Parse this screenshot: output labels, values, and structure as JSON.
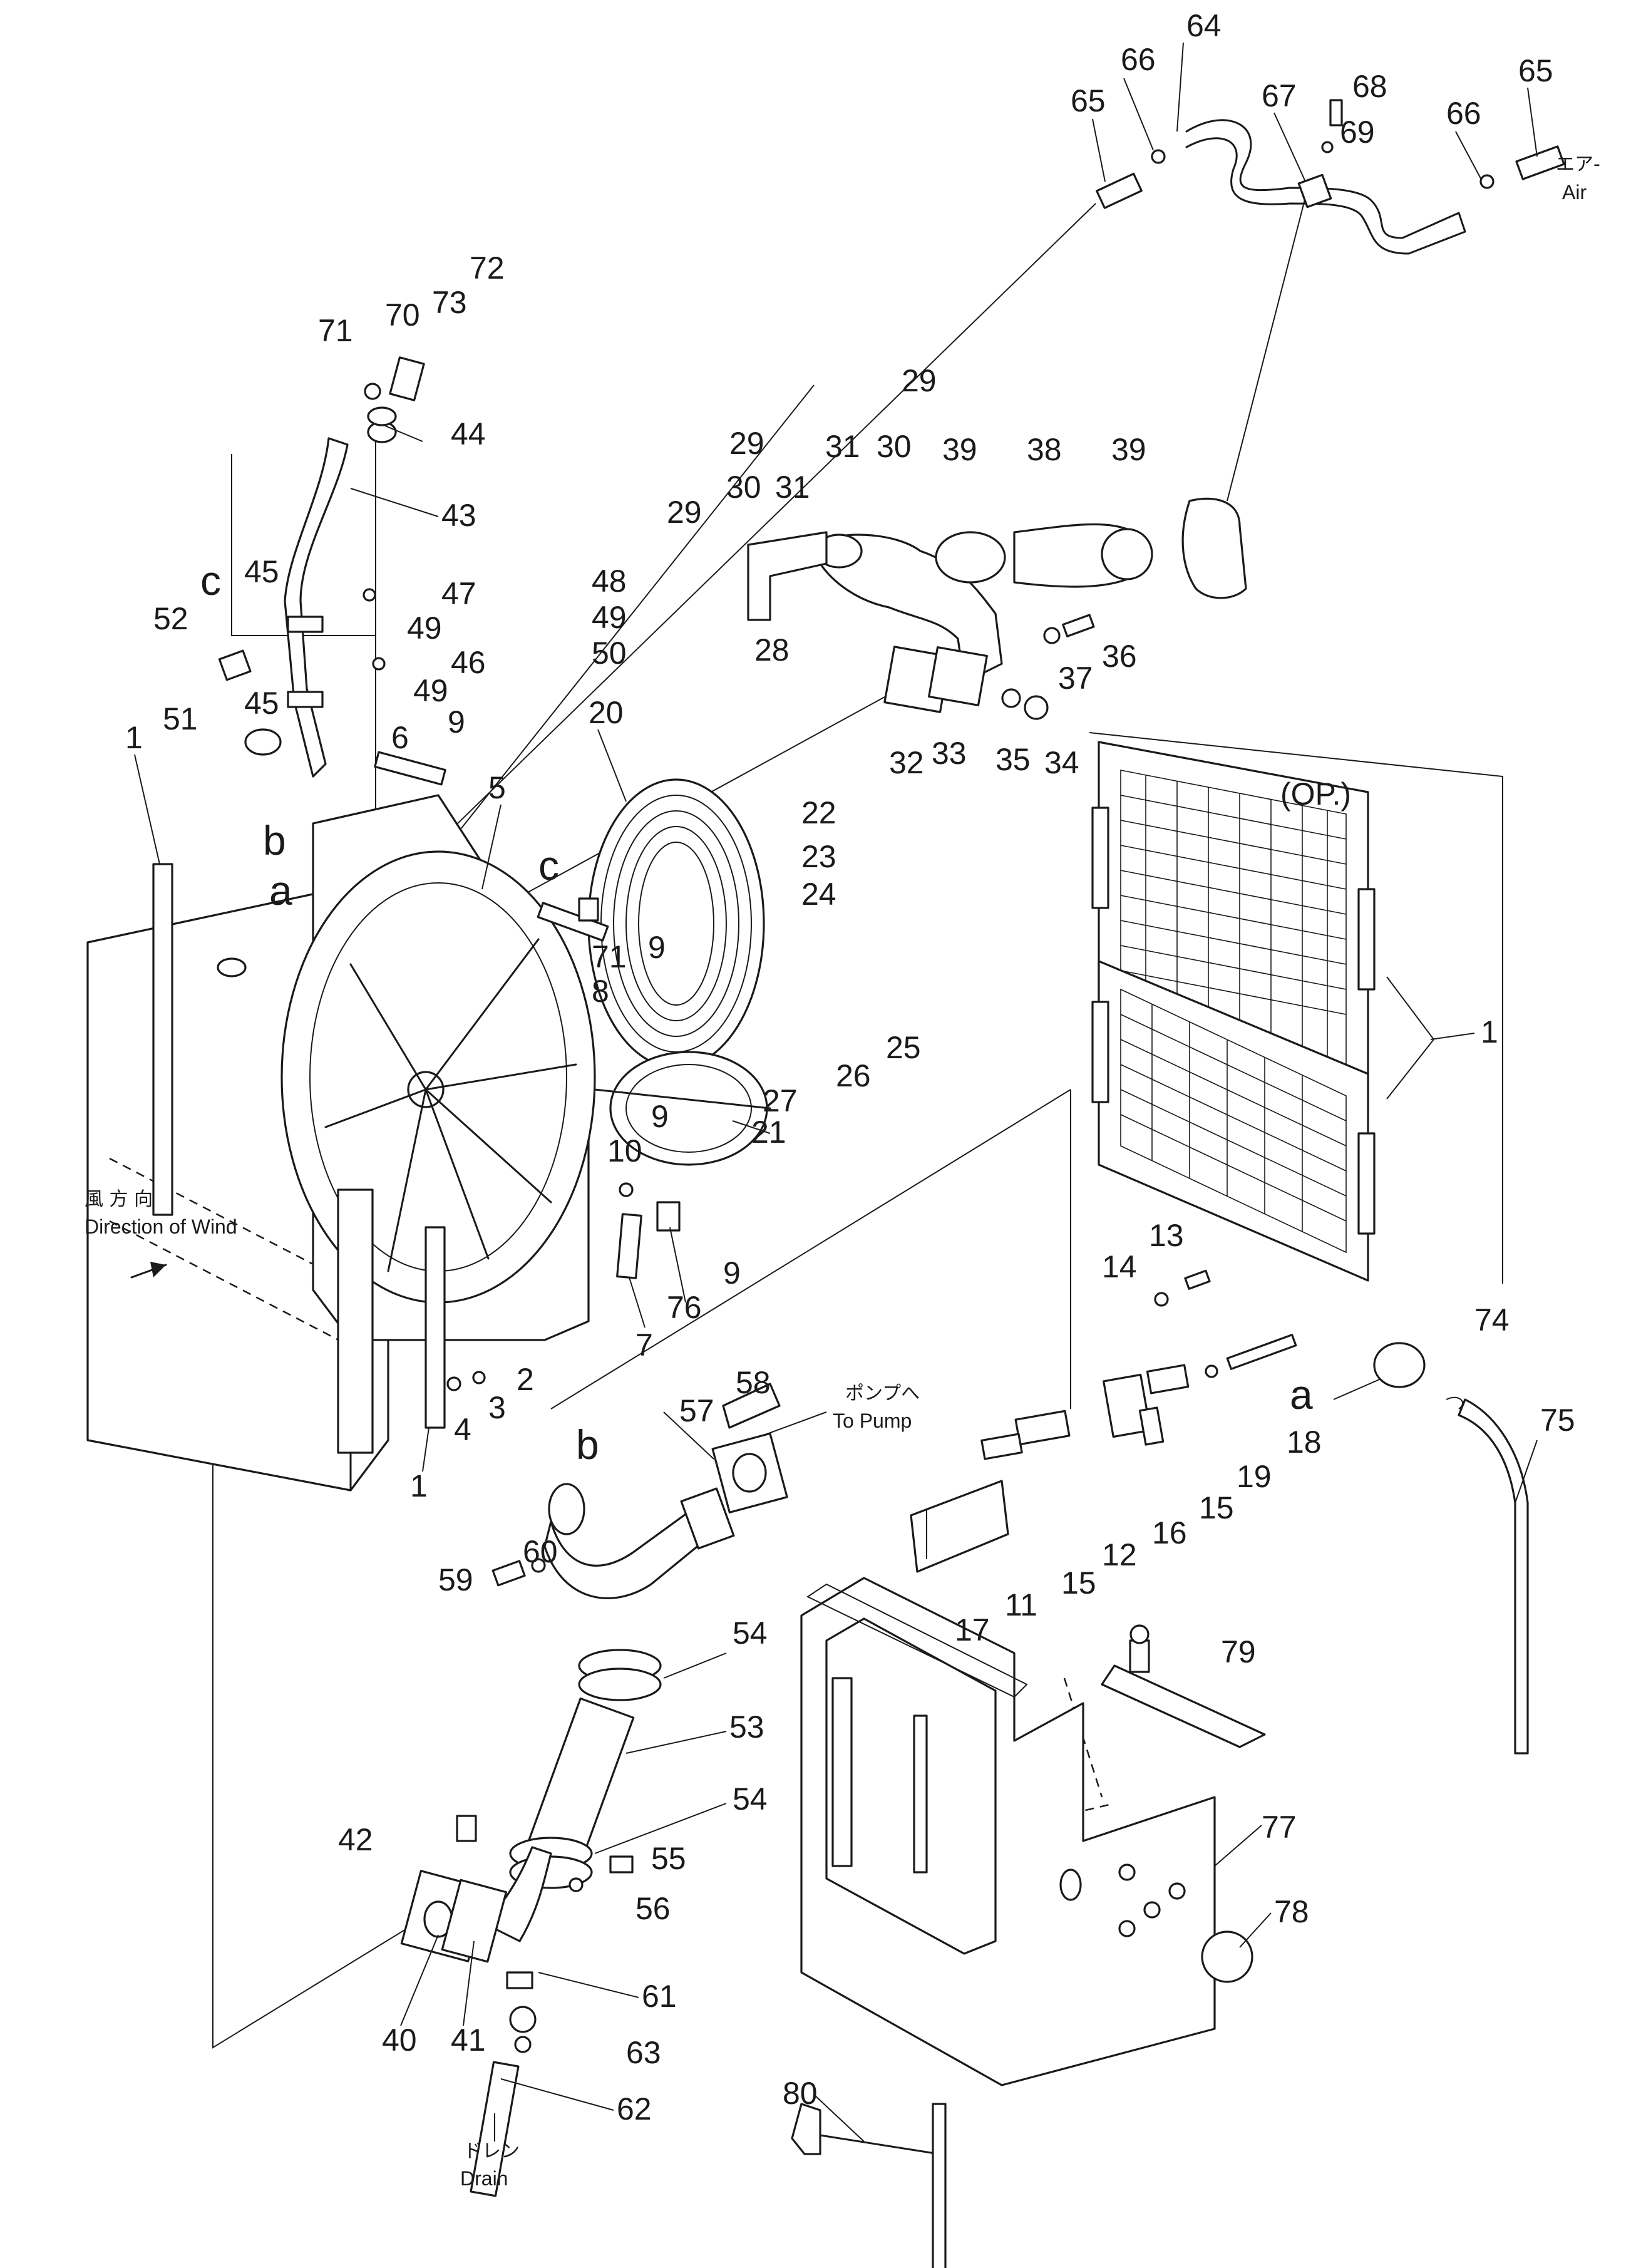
{
  "diagram": {
    "op_label": "(OP.)",
    "notes": {
      "wind_jp": "風 方 向",
      "wind_en": "Direction of Wind",
      "air_jp": "エア-",
      "air_en": "Air",
      "pump_jp": "ポンプへ",
      "pump_en": "To Pump",
      "drain_jp": "ドレン",
      "drain_en": "Drain"
    },
    "callout_letters": [
      "a",
      "b",
      "c"
    ],
    "part_numbers": [
      "1",
      "2",
      "3",
      "4",
      "5",
      "6",
      "7",
      "8",
      "9",
      "10",
      "11",
      "12",
      "13",
      "14",
      "15",
      "16",
      "17",
      "18",
      "19",
      "20",
      "21",
      "22",
      "23",
      "24",
      "25",
      "26",
      "27",
      "28",
      "29",
      "30",
      "31",
      "32",
      "33",
      "34",
      "35",
      "36",
      "37",
      "38",
      "39",
      "40",
      "41",
      "42",
      "43",
      "44",
      "45",
      "46",
      "47",
      "48",
      "49",
      "50",
      "51",
      "52",
      "53",
      "54",
      "55",
      "56",
      "57",
      "58",
      "59",
      "60",
      "61",
      "62",
      "63",
      "64",
      "65",
      "66",
      "67",
      "68",
      "69",
      "70",
      "71",
      "72",
      "73",
      "74",
      "75",
      "76",
      "77",
      "78",
      "79",
      "80"
    ]
  }
}
